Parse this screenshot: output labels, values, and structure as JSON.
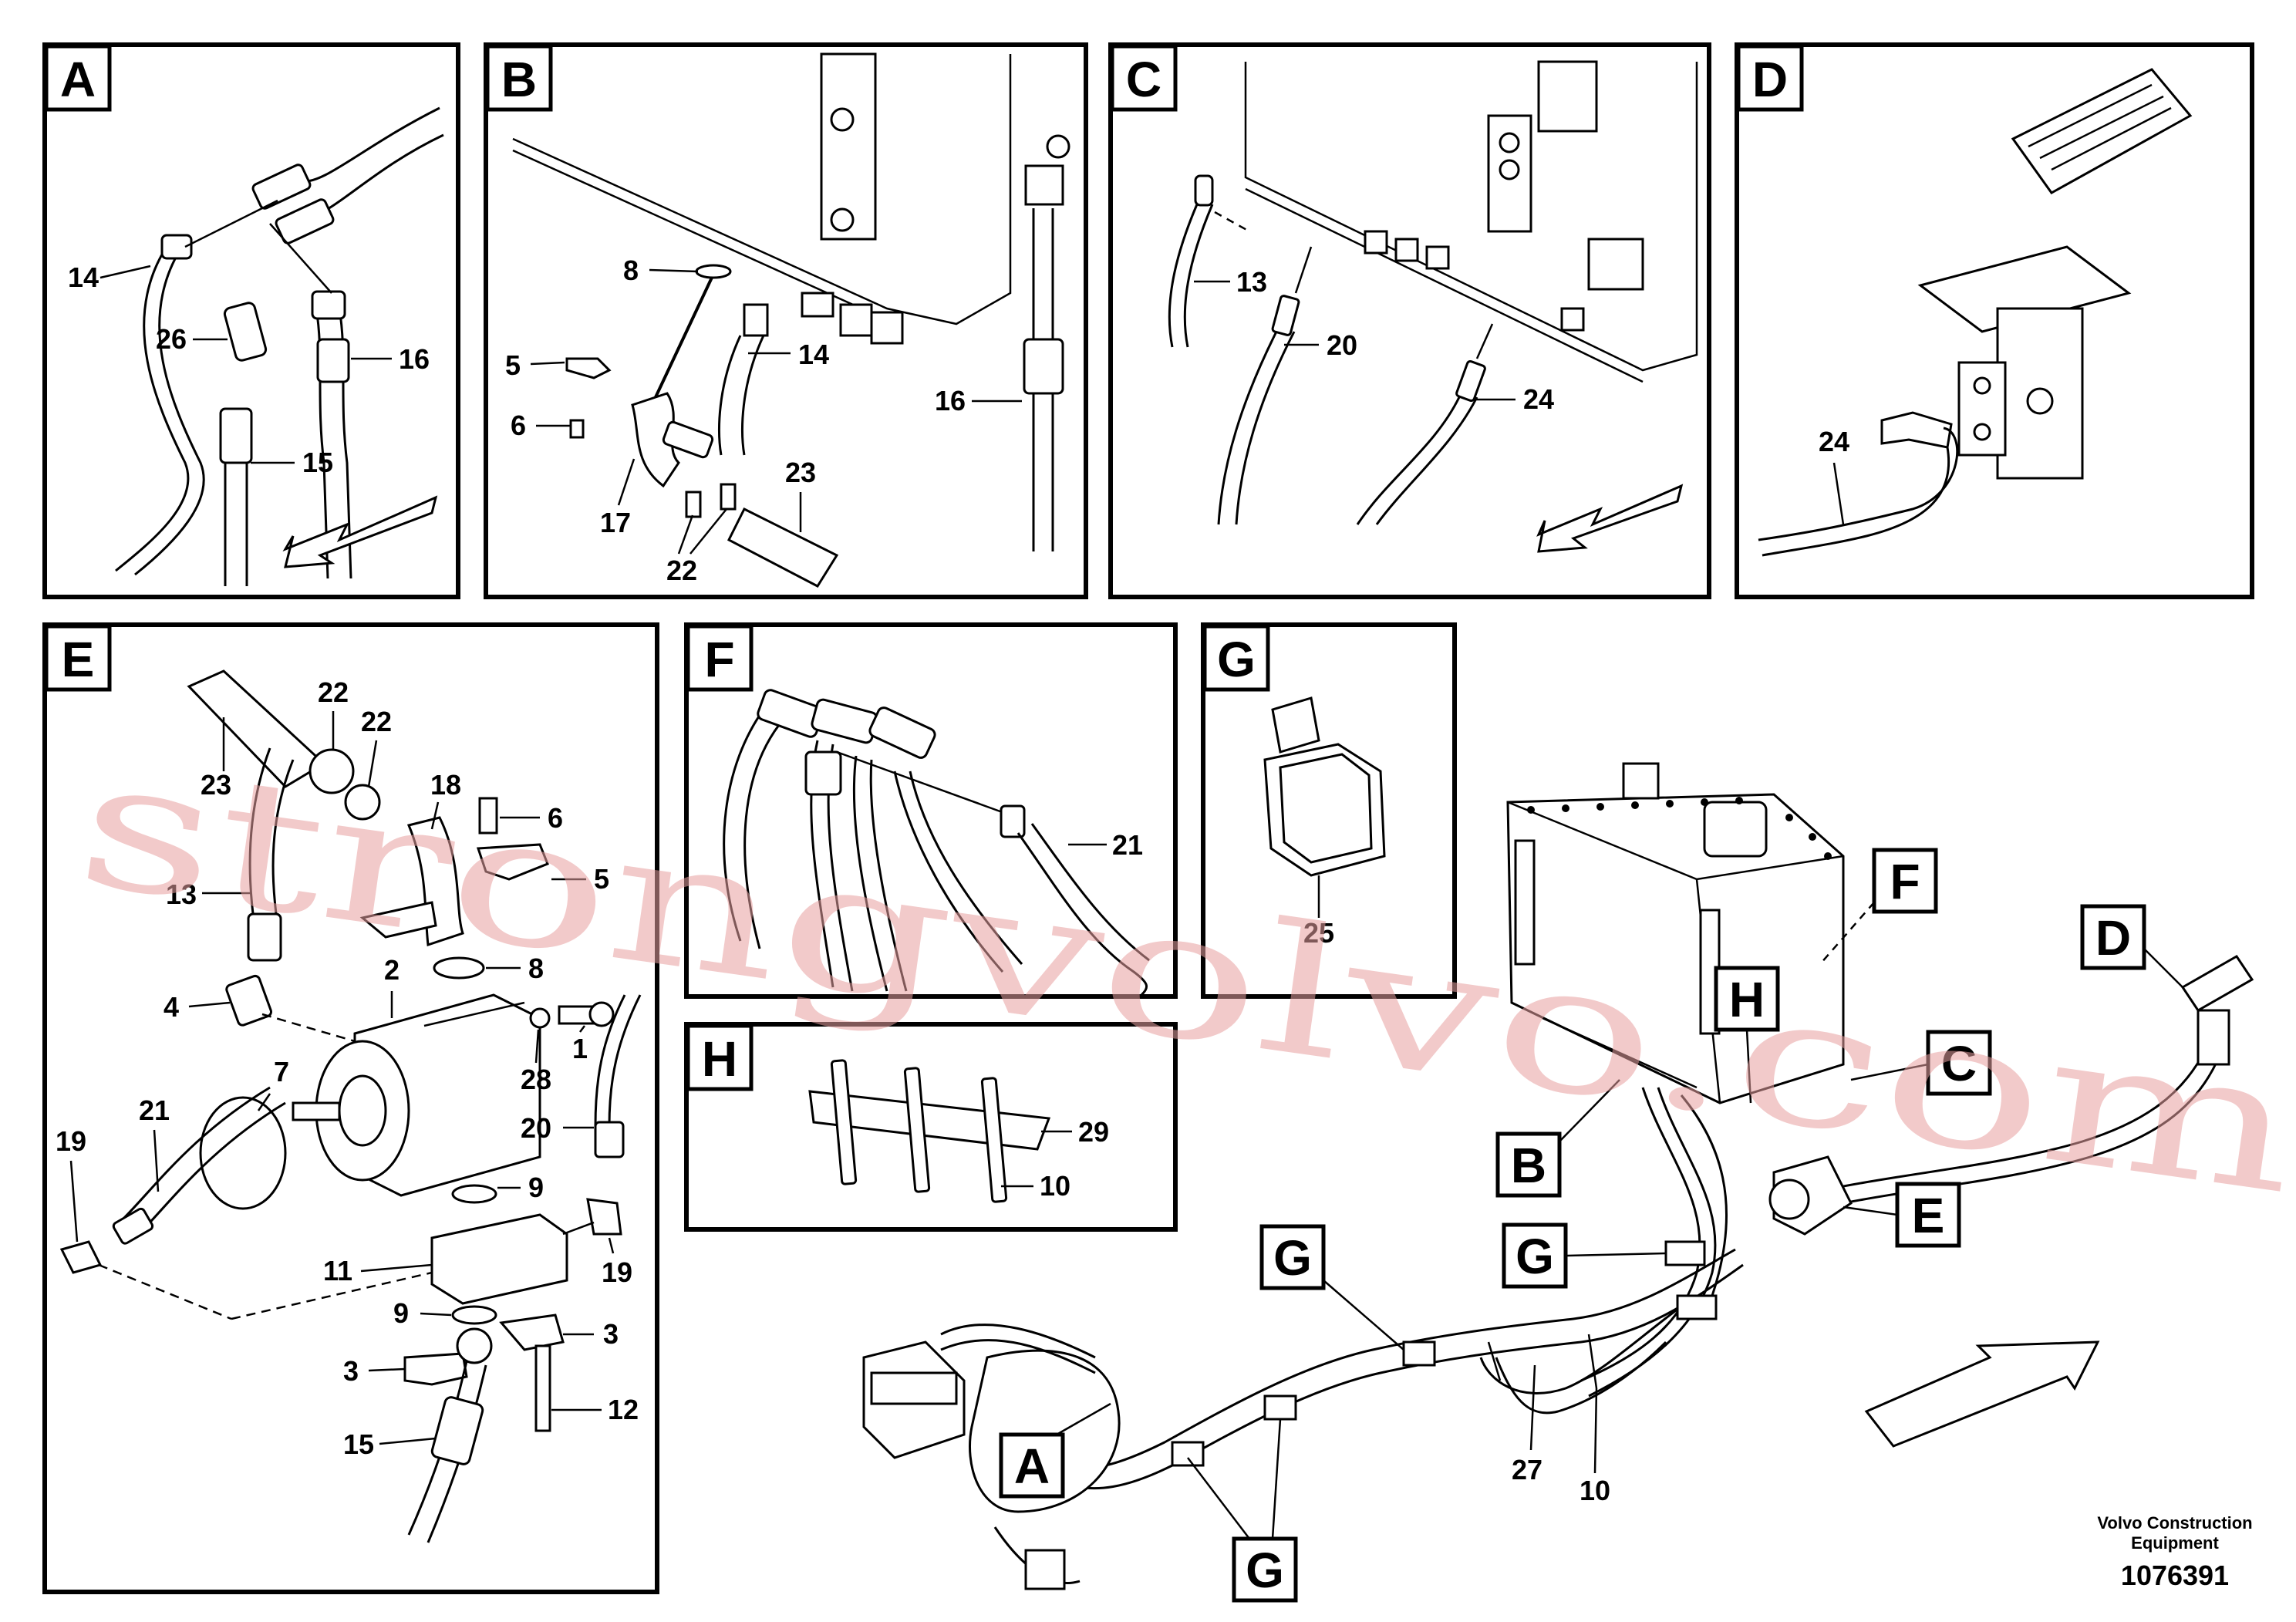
{
  "watermark": "strongvolvo.com",
  "panels": {
    "A": {
      "letter": "A",
      "labels": [
        "14",
        "26",
        "16",
        "15"
      ]
    },
    "B": {
      "letter": "B",
      "labels": [
        "8",
        "5",
        "6",
        "17",
        "14",
        "23",
        "22",
        "16"
      ]
    },
    "C": {
      "letter": "C",
      "labels": [
        "13",
        "20",
        "24"
      ]
    },
    "D": {
      "letter": "D",
      "labels": [
        "24"
      ]
    },
    "E": {
      "letter": "E",
      "labels": [
        "22",
        "22",
        "23",
        "18",
        "6",
        "13",
        "5",
        "8",
        "2",
        "4",
        "28",
        "1",
        "7",
        "21",
        "19",
        "20",
        "9",
        "11",
        "19",
        "9",
        "3",
        "3",
        "12",
        "15"
      ]
    },
    "F": {
      "letter": "F",
      "labels": [
        "21"
      ]
    },
    "G": {
      "letter": "G",
      "labels": [
        "25"
      ]
    },
    "H": {
      "letter": "H",
      "labels": [
        "29",
        "10"
      ]
    }
  },
  "overview": {
    "callouts": [
      "F",
      "D",
      "H",
      "C",
      "B",
      "E",
      "G",
      "G",
      "A",
      "G"
    ],
    "labels": [
      "27",
      "10"
    ]
  },
  "footer": {
    "company_line1": "Volvo Construction",
    "company_line2": "Equipment",
    "drawing_number": "1076391"
  }
}
